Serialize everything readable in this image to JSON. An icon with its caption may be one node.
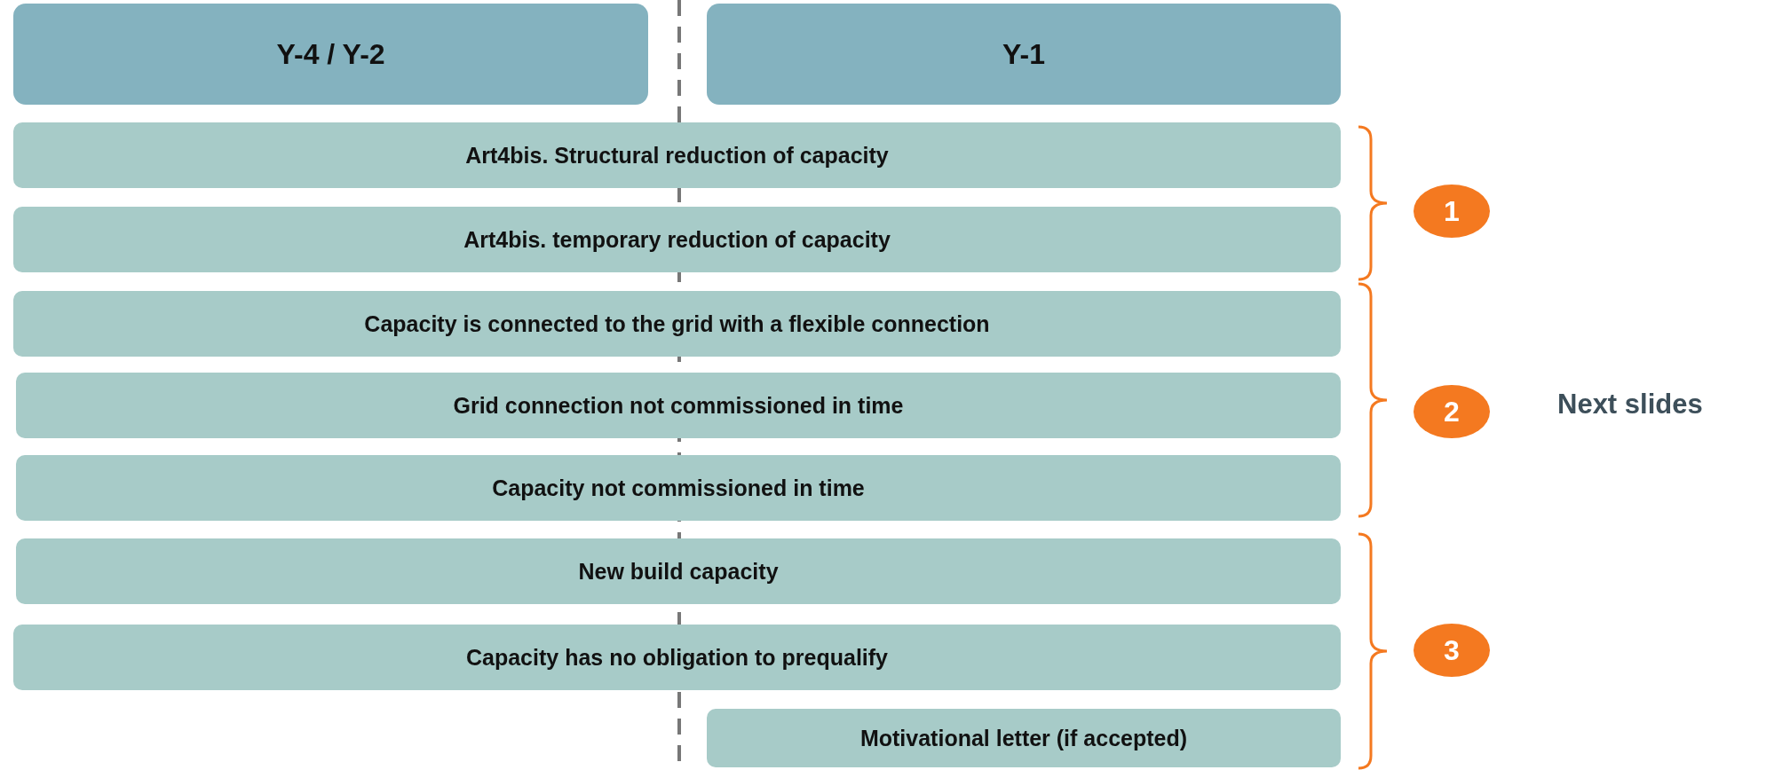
{
  "diagram": {
    "nodes": [
      {
        "text": [
          "Y-4 / Y-2"
        ]
      },
      {
        "text": [
          "Y-1"
        ]
      },
      {
        "text": [
          "Art4bis. Structural reduction of capacity"
        ]
      },
      {
        "text": [
          "Art4bis. temporary reduction of capacity"
        ]
      },
      {
        "text": [
          "Capacity is connected to the grid with a flexible connection"
        ]
      },
      {
        "text": [
          "Grid connection not commissioned in time"
        ]
      },
      {
        "text": [
          "Capacity not commissioned in time"
        ]
      },
      {
        "text": [
          "New build capacity"
        ]
      },
      {
        "text": [
          "Capacity has no obligation to prequalify"
        ]
      },
      {
        "text": [
          "Motivational letter (if accepted)"
        ]
      },
      {
        "text": [
          "1"
        ]
      },
      {
        "text": [
          "2"
        ]
      },
      {
        "text": [
          "3"
        ]
      }
    ],
    "labels": [
      "Next slides"
    ]
  }
}
